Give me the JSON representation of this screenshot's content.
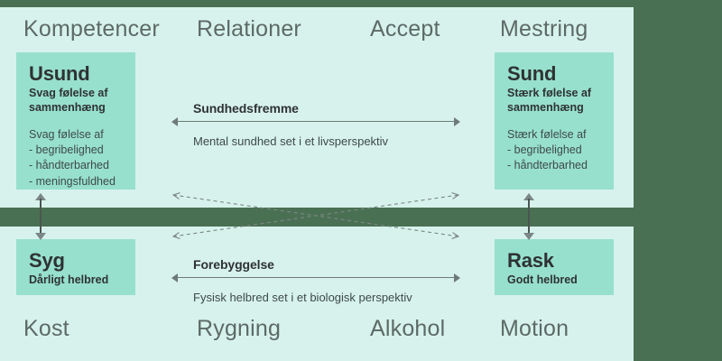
{
  "colors": {
    "page_background": "#4a7053",
    "panel_background": "#d7f2ec",
    "box_background": "#97e0cd",
    "band": "#4a7053",
    "heading_text": "#5d6a66",
    "body_text": "#3e4a48",
    "strong_text": "#2e3233",
    "arrow": "#6e7a77"
  },
  "diagram": {
    "top_section_headings": [
      {
        "label": "Kompetencer"
      },
      {
        "label": "Relationer"
      },
      {
        "label": "Accept"
      },
      {
        "label": "Mestring"
      }
    ],
    "bottom_section_headings": [
      {
        "label": "Kost"
      },
      {
        "label": "Rygning"
      },
      {
        "label": "Alkohol"
      },
      {
        "label": "Motion"
      }
    ],
    "boxes": {
      "usund": {
        "title": "Usund",
        "subtitle_line1": "Svag følelse af",
        "subtitle_line2": "sammenhæng",
        "list_heading": "Svag følelse af",
        "list_items": [
          "- begribelighed",
          "- håndterbarhed",
          "- meningsfuldhed"
        ]
      },
      "sund": {
        "title": "Sund",
        "subtitle_line1": "Stærk følelse af",
        "subtitle_line2": "sammenhæng",
        "list_heading": "Stærk følelse af",
        "list_items": [
          "- begribelighed",
          "- håndterbarhed"
        ]
      },
      "syg": {
        "title": "Syg",
        "subtitle_line1": "Dårligt helbred"
      },
      "rask": {
        "title": "Rask",
        "subtitle_line1": "Godt helbred"
      }
    },
    "axes": {
      "health_promotion": {
        "label": "Sundhedsfremme",
        "caption": "Mental sundhed set i et livsperspektiv"
      },
      "prevention": {
        "label": "Forebyggelse",
        "caption": "Fysisk helbred set i et biologisk perspektiv"
      }
    },
    "connectors": {
      "vertical_left": "double-headed-arrow",
      "vertical_right": "double-headed-arrow",
      "diagonal_down": "dashed-double-headed-arrow",
      "diagonal_up": "dashed-double-headed-arrow"
    }
  }
}
